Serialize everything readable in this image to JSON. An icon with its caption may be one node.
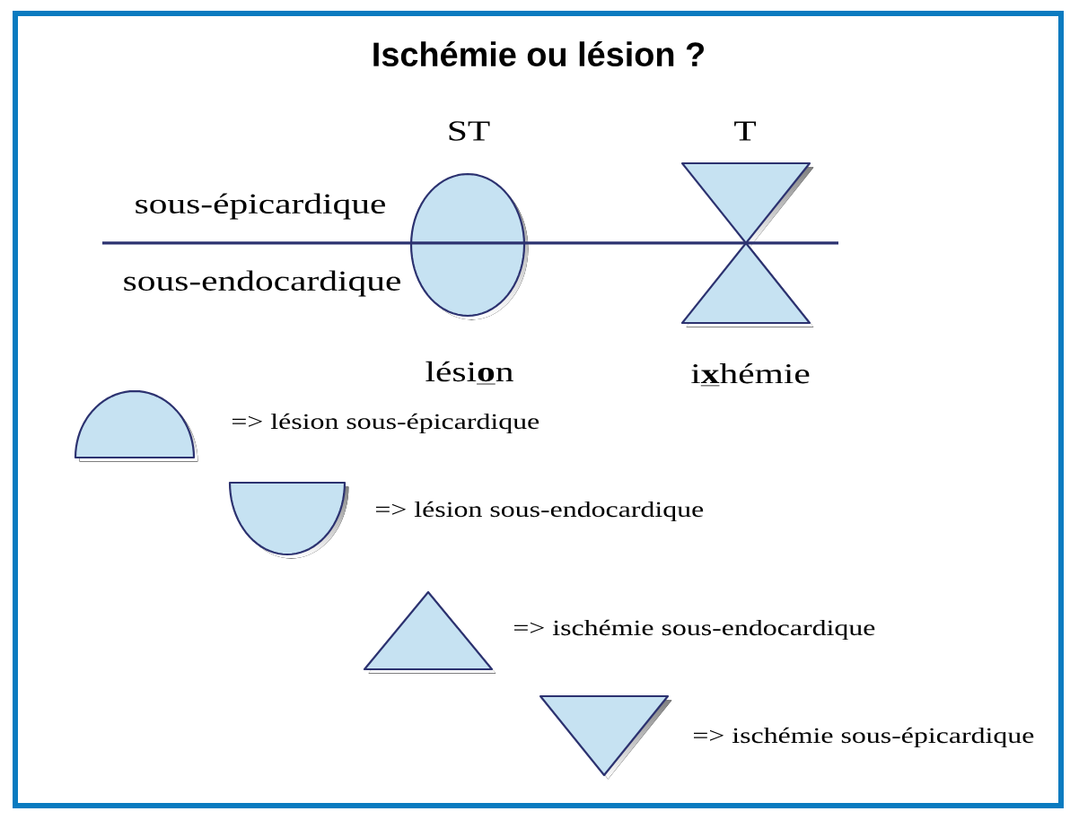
{
  "diagram": {
    "title": "Ischémie ou lésion ?",
    "nodes": [
      {
        "text": [],
        "shape": "ellipse",
        "beside": [
          "ST",
          "lési**o**n"
        ]
      },
      {
        "text": [],
        "shape": "hourglass",
        "beside": [
          "T",
          "i**x**hémie"
        ]
      },
      {
        "text": [],
        "shape": "semicircle",
        "beside": [
          "=> lésion sous-épicardique"
        ]
      },
      {
        "text": [],
        "shape": "semicircle",
        "beside": [
          "=> lésion sous-endocardique"
        ]
      },
      {
        "text": [],
        "shape": "triangle",
        "beside": [
          "=> ischémie sous-endocardique"
        ]
      },
      {
        "text": [],
        "shape": "triangle",
        "beside": [
          "=> ischémie sous-épicardique"
        ]
      }
    ],
    "labels": [
      "sous-épicardique",
      "sous-endocardique"
    ]
  }
}
